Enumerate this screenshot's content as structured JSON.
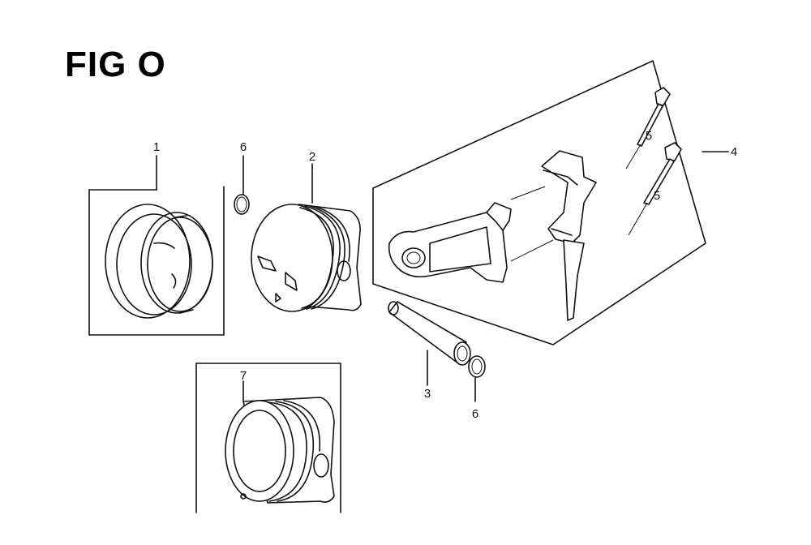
{
  "figure": {
    "title": "FIG O"
  },
  "callouts": [
    {
      "id": "c1",
      "text": "1"
    },
    {
      "id": "c2",
      "text": "2"
    },
    {
      "id": "c3",
      "text": "3"
    },
    {
      "id": "c4",
      "text": "4"
    },
    {
      "id": "c5a",
      "text": "5"
    },
    {
      "id": "c5b",
      "text": "5"
    },
    {
      "id": "c6a",
      "text": "6"
    },
    {
      "id": "c6b",
      "text": "6"
    },
    {
      "id": "c7",
      "text": "7"
    }
  ],
  "colors": {
    "line": "#111111",
    "background": "#ffffff"
  },
  "parts": [
    {
      "callout": "1",
      "icon": "piston-ring-set-icon"
    },
    {
      "callout": "2",
      "icon": "piston-icon"
    },
    {
      "callout": "3",
      "icon": "piston-pin-icon"
    },
    {
      "callout": "4",
      "icon": "connecting-rod-icon"
    },
    {
      "callout": "5",
      "icon": "bolt-icon"
    },
    {
      "callout": "6",
      "icon": "clip-icon"
    },
    {
      "callout": "7",
      "icon": "piston-icon"
    }
  ]
}
